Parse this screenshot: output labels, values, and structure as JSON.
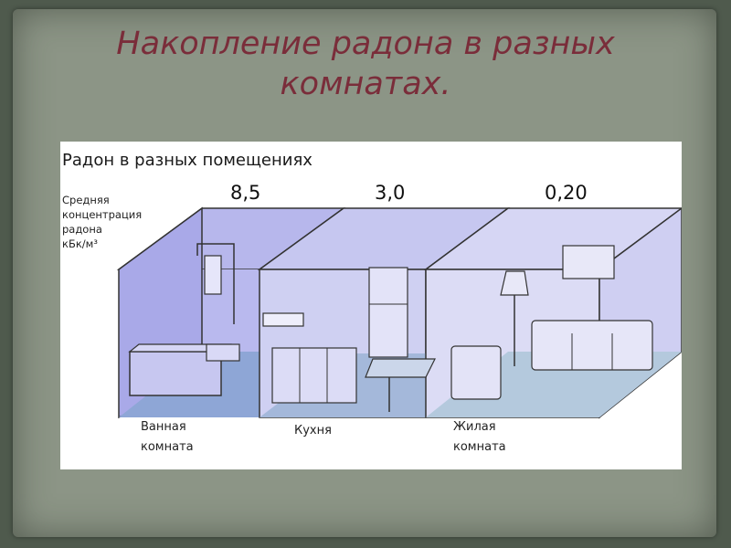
{
  "slide": {
    "title_line1": "Накопление радона в разных",
    "title_line2": "комнатах."
  },
  "figure": {
    "title": "Радон в разных помещениях",
    "axis_label": [
      "Средняя",
      "концентрация",
      "радона",
      "кБк/м³"
    ],
    "rooms": [
      {
        "value": "8,5",
        "label_lines": [
          "Ванная",
          "комната"
        ]
      },
      {
        "value": "3,0",
        "label_lines": [
          "Кухня"
        ]
      },
      {
        "value": "0,20",
        "label_lines": [
          "Жилая",
          "комната"
        ]
      }
    ]
  },
  "chart_data": {
    "type": "bar",
    "title": "Радон в разных помещениях",
    "ylabel": "Средняя концентрация радона кБк/м³",
    "categories": [
      "Ванная комната",
      "Кухня",
      "Жилая комната"
    ],
    "values": [
      8.5,
      3.0,
      0.2
    ]
  },
  "colors": {
    "background": "#4f5a4d",
    "card": "#8c9586",
    "title": "#7a2d3a",
    "bathroom_wall": "#b9b9ee",
    "kitchen_wall": "#cfd0f2",
    "living_wall": "#dcdcf5",
    "floor_bath": "#8ea6d6",
    "floor_kitchen": "#a4b8da",
    "floor_living": "#b4c9dd"
  }
}
